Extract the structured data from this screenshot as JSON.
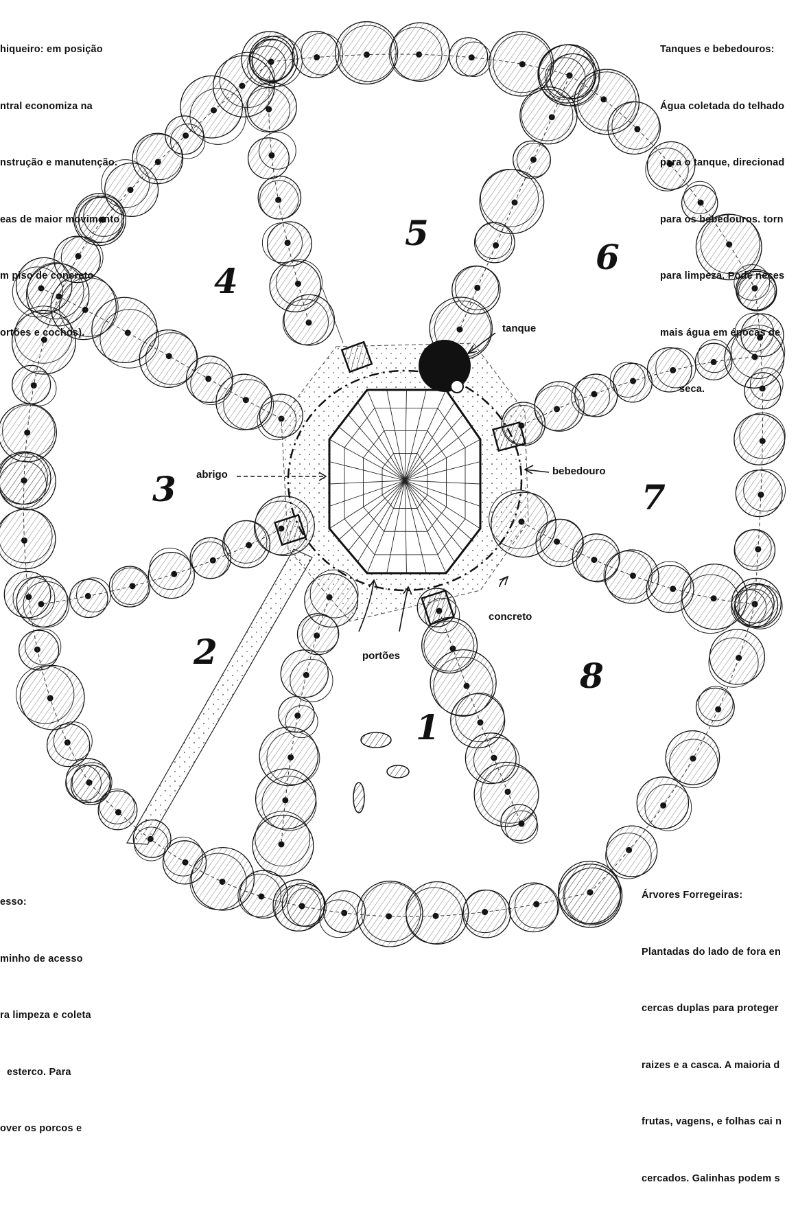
{
  "notes": {
    "chiqueiro": [
      "hiqueiro: em posição",
      "ntral economiza na",
      "nstrução e manutenção.",
      "eas de maior movimento",
      "m piso de concreto",
      "ortões e cochos)."
    ],
    "tanques": [
      "Tanques e bebedouros:",
      "Água coletada do telhado",
      "para o tanque, direcionad",
      "para os bebedouros. torn",
      "para limpeza. Pode neces",
      "mais água em épocas de",
      "seca."
    ],
    "acesso": [
      "esso:",
      "minho de acesso",
      "ra limpeza e coleta",
      "esterco. Para",
      "over os porcos e"
    ],
    "arvores": [
      "Árvores Forregeiras:",
      "Plantadas do lado de fora en",
      "cercas duplas para proteger",
      "raizes e a casca. A maioria d",
      "frutas, vagens, e folhas cai n",
      "cercados. Galinhas podem s"
    ]
  },
  "labels": {
    "tanque": "tanque",
    "abrigo": "abrigo",
    "bebedouro": "bebedouro",
    "concreto": "concreto",
    "portoes": "portões"
  },
  "paddocks": [
    "1",
    "2",
    "3",
    "4",
    "5",
    "6",
    "7",
    "8"
  ],
  "colors": {
    "ink": "#111111",
    "paper": "#ffffff"
  }
}
